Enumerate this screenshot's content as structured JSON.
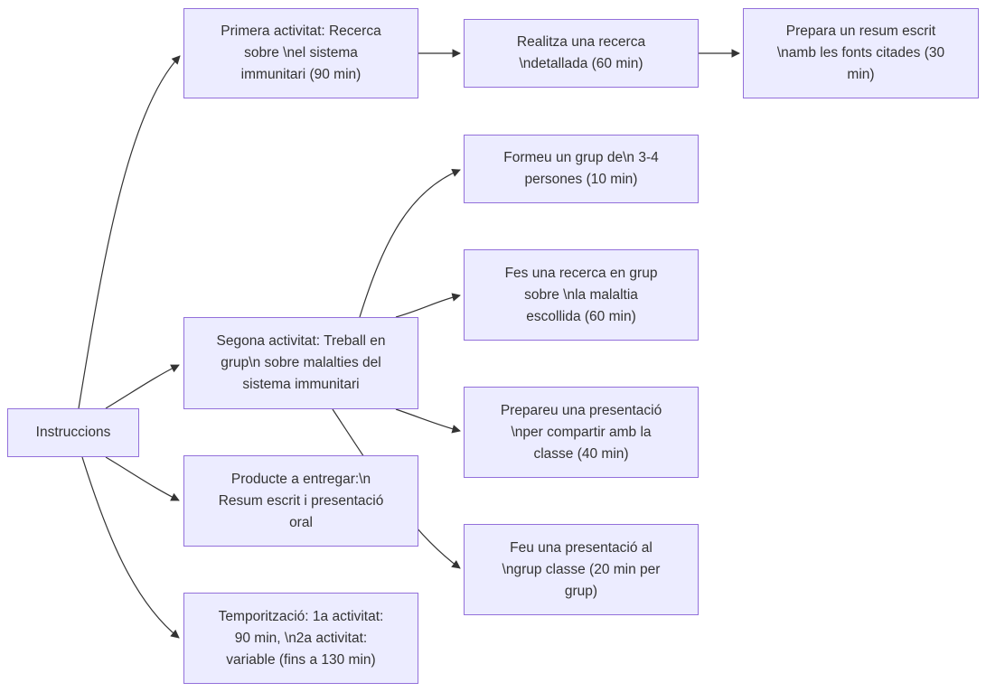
{
  "diagram": {
    "type": "flowchart",
    "colors": {
      "background": "#FFFFFF",
      "node_fill": "#ECECFF",
      "node_border": "#9370DB",
      "edge_color": "#333333",
      "text_color": "#333333"
    }
  },
  "nodes": {
    "root": {
      "label": "Instruccions"
    },
    "primera": {
      "label": "Primera activitat: Recerca\nsobre \\nel sistema\nimmunitari (90 min)"
    },
    "realitza": {
      "label": "Realitza una recerca\n\\ndetallada (60 min)"
    },
    "prepara": {
      "label": "Prepara un resum escrit\n\\namb les fonts citades (30\nmin)"
    },
    "formeu": {
      "label": "Formeu un grup de\\n 3-4\npersones (10 min)"
    },
    "fes": {
      "label": "Fes una recerca en grup\nsobre \\nla malaltia\nescollida (60 min)"
    },
    "segona": {
      "label": "Segona activitat: Treball en\ngrup\\n sobre malalties del\nsistema immunitari"
    },
    "prepareu": {
      "label": "Prepareu una presentació\n\\nper compartir amb la\nclasse (40 min)"
    },
    "producte": {
      "label": "Producte a entregar:\\n\nResum escrit i presentació\noral"
    },
    "feu": {
      "label": "Feu una presentació al\n\\ngrup classe (20 min per\ngrup)"
    },
    "tempo": {
      "label": "Temporització: 1a activitat:\n90 min, \\n2a activitat:\nvariable (fins a 130 min)"
    }
  },
  "edges": [
    {
      "from": "root",
      "to": "primera"
    },
    {
      "from": "root",
      "to": "segona"
    },
    {
      "from": "root",
      "to": "producte"
    },
    {
      "from": "root",
      "to": "tempo"
    },
    {
      "from": "primera",
      "to": "realitza"
    },
    {
      "from": "realitza",
      "to": "prepara"
    },
    {
      "from": "segona",
      "to": "formeu"
    },
    {
      "from": "segona",
      "to": "fes"
    },
    {
      "from": "segona",
      "to": "prepareu"
    },
    {
      "from": "segona",
      "to": "feu"
    }
  ]
}
